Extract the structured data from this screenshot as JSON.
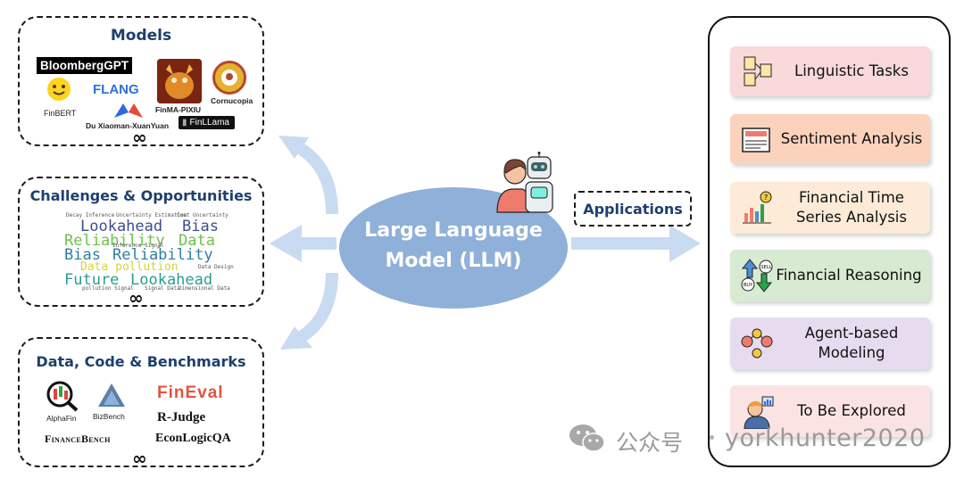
{
  "models": {
    "title": "Models",
    "bloomberg": "BloombergGPT",
    "flang": "FLANG",
    "finbert": "FinBERT",
    "finma": "FinMA-PIXIU",
    "cornucopia": "Cornucopia",
    "duxiaoman": "Du Xiaoman-XuanYuan",
    "finllama": "FinLLama",
    "more": "∞"
  },
  "challenges": {
    "title": "Challenges & Opportunities",
    "more": "∞",
    "wordcloud": {
      "w1": "Decay Inference",
      "w2": "Uncertainty Estimation",
      "w3": "Cost Uncertainty",
      "w4": "Lookahead",
      "w5": "Bias",
      "w6": "Reliability",
      "w7": "Data",
      "w8": "Inference Signal",
      "w9": "Bias",
      "w10": "Reliability",
      "w11": "Data pollution",
      "w12": "Data Design",
      "w13": "Future",
      "w14": "Lookahead",
      "w15": "pollution Signal",
      "w16": "Signal Data",
      "w17": "Dimensional Data"
    }
  },
  "benchmarks": {
    "title": "Data, Code & Benchmarks",
    "alphafin": "AlphaFin",
    "bizbench": "BizBench",
    "fineval": "FinEval",
    "rjudge": "R-Judge",
    "financebench": "FinanceBench",
    "econlogic": "EconLogicQA",
    "more": "∞"
  },
  "center": {
    "line1": "Large Language",
    "line2": "Model (LLM)"
  },
  "applications_label": "Applications",
  "applications": [
    {
      "line1": "Linguistic Tasks",
      "line2": "",
      "color": "#f9d9d9"
    },
    {
      "line1": "Sentiment Analysis",
      "line2": "",
      "color": "#fbd3bd"
    },
    {
      "line1": "Financial Time",
      "line2": "Series Analysis",
      "color": "#fdebd8"
    },
    {
      "line1": "Financial Reasoning",
      "line2": "",
      "color": "#d9ead3"
    },
    {
      "line1": "Agent-based",
      "line2": "Modeling",
      "color": "#e7dcef"
    },
    {
      "line1": "To Be Explored",
      "line2": "",
      "color": "#fbe3e3"
    }
  ],
  "watermark": {
    "account": "公众号",
    "handle": "yorkhunter2020"
  },
  "colors": {
    "title_blue": "#1f3f6e",
    "ellipse": "#8fb0d9",
    "arrow": "#c9dbf1"
  }
}
